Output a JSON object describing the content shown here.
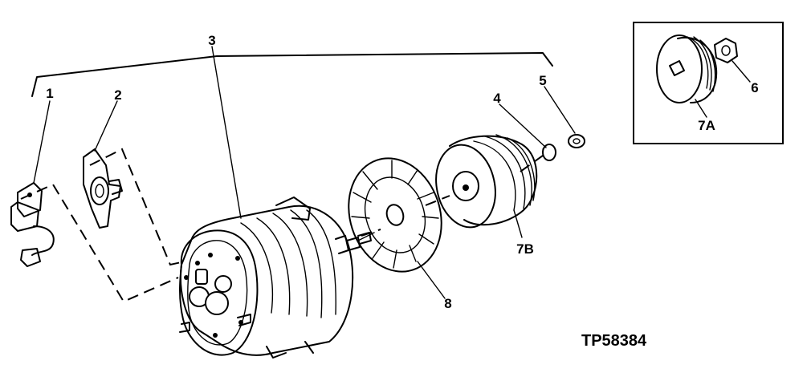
{
  "figure_id": "TP58384",
  "callouts": {
    "c1": "1",
    "c2": "2",
    "c3": "3",
    "c4": "4",
    "c5": "5",
    "c6": "6",
    "c7a": "7A",
    "c7b": "7B",
    "c8": "8"
  }
}
